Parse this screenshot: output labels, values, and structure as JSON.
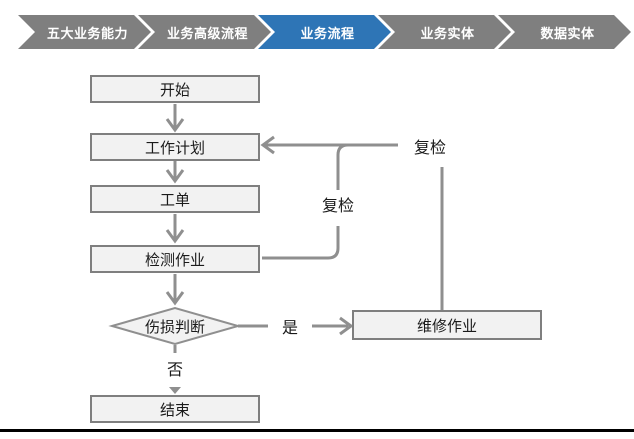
{
  "breadcrumb": {
    "steps": [
      {
        "label": "五大业务能力",
        "active": false
      },
      {
        "label": "业务高级流程",
        "active": false
      },
      {
        "label": "业务流程",
        "active": true
      },
      {
        "label": "业务实体",
        "active": false
      },
      {
        "label": "数据实体",
        "active": false
      }
    ],
    "colors": {
      "inactive": "#7F7F7F",
      "active": "#2E75B6",
      "text": "#FFFFFF"
    }
  },
  "flowchart": {
    "nodes": [
      {
        "id": "start",
        "label": "开始",
        "shape": "rect"
      },
      {
        "id": "work-plan",
        "label": "工作计划",
        "shape": "rect"
      },
      {
        "id": "work-order",
        "label": "工单",
        "shape": "rect"
      },
      {
        "id": "inspection",
        "label": "检测作业",
        "shape": "rect"
      },
      {
        "id": "damage-decision",
        "label": "伤损判断",
        "shape": "diamond"
      },
      {
        "id": "repair",
        "label": "维修作业",
        "shape": "rect"
      },
      {
        "id": "end",
        "label": "结束",
        "shape": "rect"
      }
    ],
    "edge_labels": {
      "yes": "是",
      "no": "否",
      "recheck_inner": "复检",
      "recheck_outer": "复检"
    },
    "colors": {
      "node_fill": "#F2F2F2",
      "node_border": "#7F7F7F",
      "connector": "#8F8F8F",
      "text": "#1A1A1A"
    }
  }
}
